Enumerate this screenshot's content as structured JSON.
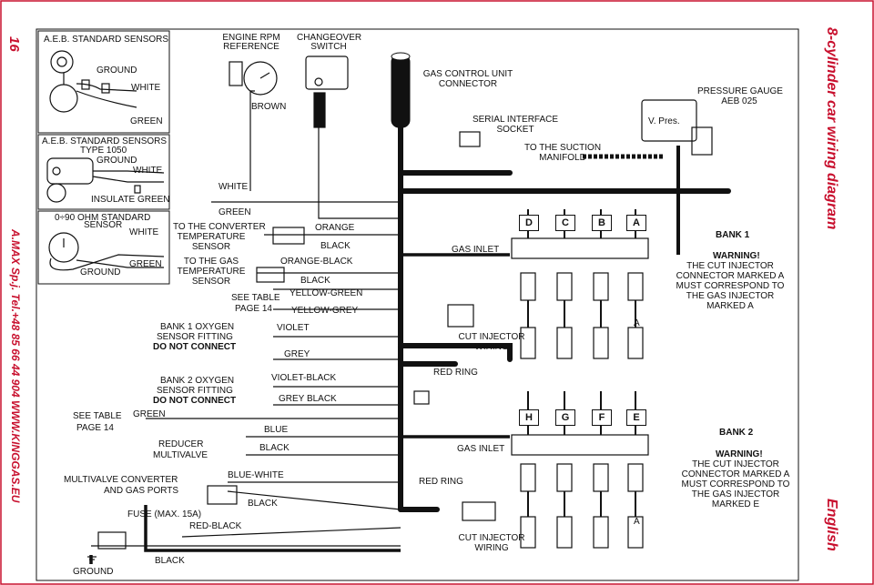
{
  "page_number": "16",
  "sidebar_left": "A.MAX Sp.j.  Tel.+48 85 66 44 904  WWW.KINGGAS.EU",
  "title_right": "8-cylinder car wiring diagram",
  "language": "English",
  "sensors": {
    "aeb_title_1": "A.E.B. STANDARD SENSORS",
    "ground_1": "GROUND",
    "white_1": "WHITE",
    "green_1": "GREEN",
    "aeb_title_2_line1": "A.E.B. STANDARD SENSORS",
    "aeb_title_2_line2": "TYPE 1050",
    "ground_2": "GROUND",
    "white_2": "WHITE",
    "insulate_green": "INSULATE GREEN",
    "ohm_line1": "0÷90 OHM STANDARD",
    "ohm_line2": "SENSOR",
    "white_3": "WHITE",
    "green_3": "GREEN",
    "ground_3": "GROUND"
  },
  "top": {
    "rpm_line1": "ENGINE RPM",
    "rpm_line2": "REFERENCE",
    "changeover_line1": "CHANGEOVER",
    "changeover_line2": "SWITCH",
    "brown": "BROWN",
    "gas_control_line1": "GAS CONTROL UNIT",
    "gas_control_line2": "CONNECTOR",
    "serial_line1": "SERIAL INTERFACE",
    "serial_line2": "SOCKET",
    "suction_line1": "TO THE SUCTION",
    "suction_line2": "MANIFOLD",
    "v_pres": "V. Pres.",
    "pressure_line1": "PRESSURE GAUGE",
    "pressure_line2": "AEB 025"
  },
  "wires": {
    "white": "WHITE",
    "green": "GREEN",
    "converter_line1": "TO THE CONVERTER",
    "converter_line2": "TEMPERATURE",
    "converter_line3": "SENSOR",
    "orange": "ORANGE",
    "black_a": "BLACK",
    "gas_temp_line1": "TO THE GAS",
    "gas_temp_line2": "TEMPERATURE",
    "gas_temp_line3": "SENSOR",
    "orange_black": "ORANGE-BLACK",
    "black_b": "BLACK",
    "yellow_green": "YELLOW-GREEN",
    "see_table_1": "SEE TABLE",
    "page14_1": "PAGE 14",
    "yellow_grey": "YELLOW-GREY",
    "bank1_ox_line1": "BANK 1 OXYGEN",
    "bank1_ox_line2": "SENSOR FITTING",
    "bank1_ox_line3": "DO NOT CONNECT",
    "violet": "VIOLET",
    "grey": "GREY",
    "bank2_ox_line1": "BANK 2 OXYGEN",
    "bank2_ox_line2": "SENSOR FITTING",
    "bank2_ox_line3": "DO NOT CONNECT",
    "violet_black": "VIOLET-BLACK",
    "grey_black": "GREY BLACK",
    "see_table_2": "SEE TABLE",
    "page14_2": "PAGE 14",
    "green_2": "GREEN",
    "reducer_line1": "REDUCER",
    "reducer_line2": "MULTIVALVE",
    "blue": "BLUE",
    "black_c": "BLACK",
    "multivalve_line1": "MULTIVALVE CONVERTER",
    "multivalve_line2": "AND GAS PORTS",
    "blue_white": "BLUE-WHITE",
    "black_d": "BLACK",
    "fuse": "FUSE (MAX. 15A)",
    "red_black": "RED-BLACK",
    "black_e": "BLACK",
    "ground_bottom": "GROUND"
  },
  "right": {
    "gas_inlet_1": "GAS INLET",
    "cut_injector_1_line1": "CUT INJECTOR",
    "cut_injector_1_line2": "WIRING",
    "red_ring_1": "RED RING",
    "gas_inlet_2": "GAS INLET",
    "red_ring_2": "RED RING",
    "cut_injector_2_line1": "CUT INJECTOR",
    "cut_injector_2_line2": "WIRING",
    "bank1_letters": [
      "D",
      "C",
      "B",
      "A"
    ],
    "bank2_letters": [
      "H",
      "G",
      "F",
      "E"
    ],
    "marker_a": "A",
    "bank1_title": "BANK 1",
    "bank1_warn": "WARNING!",
    "bank1_text": [
      "THE CUT INJECTOR",
      "CONNECTOR MARKED A",
      "MUST CORRESPOND TO",
      "THE GAS INJECTOR",
      "MARKED A"
    ],
    "bank2_title": "BANK 2",
    "bank2_warn": "WARNING!",
    "bank2_text": [
      "THE CUT INJECTOR",
      "CONNECTOR MARKED A",
      "MUST CORRESPOND TO",
      "THE GAS INJECTOR",
      "MARKED E"
    ]
  },
  "colors": {
    "accent_red": "#c8102e",
    "ink": "#111111"
  }
}
